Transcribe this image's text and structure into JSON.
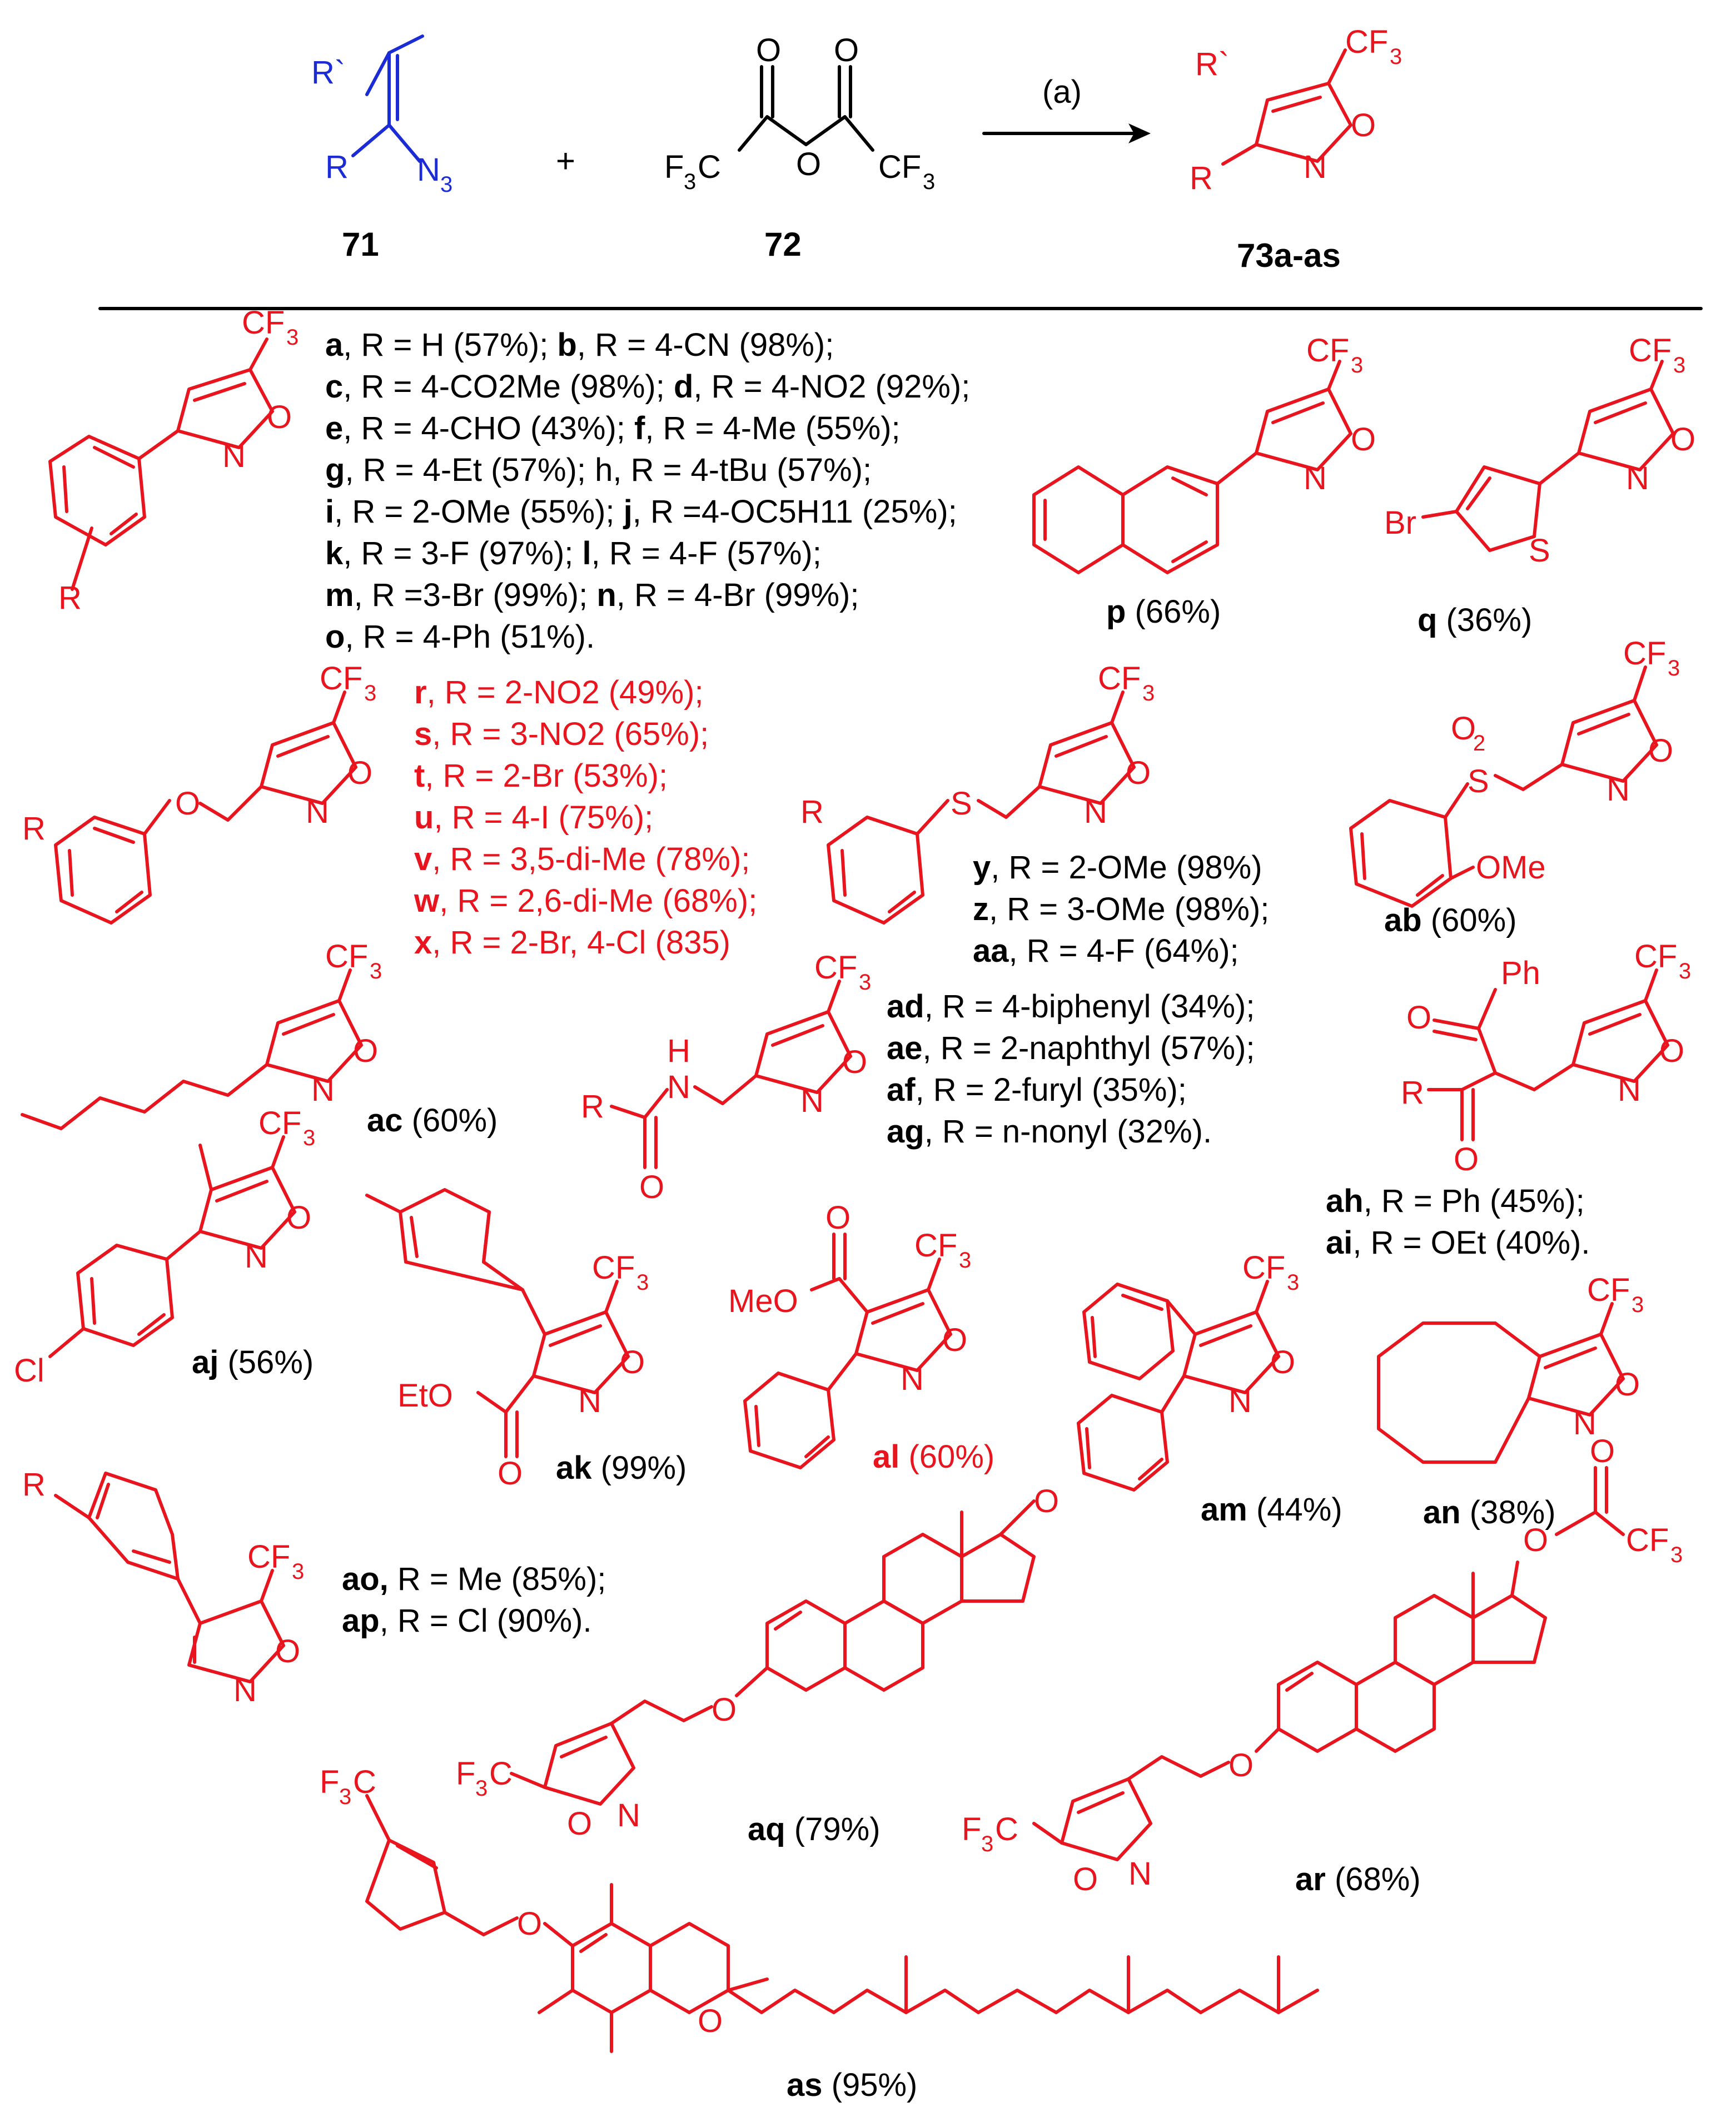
{
  "reaction": {
    "reactant1": {
      "number": "71",
      "substituent_top": "R`",
      "substituent_bottom": "R",
      "group": "N",
      "group_sub": "3"
    },
    "plus": "+",
    "reactant2": {
      "number": "72",
      "left": "F",
      "left_sub": "3",
      "left_rest": "C",
      "right": "CF",
      "right_sub": "3",
      "o_top": "O",
      "o_bridge": "O"
    },
    "condition": "(a)",
    "product": {
      "number": "73a-as",
      "r_prime": "R`",
      "r": "R",
      "cf3": "CF",
      "cf3_sub": "3",
      "o": "O",
      "n": "N"
    }
  },
  "colors": {
    "text": "#000000",
    "product": "#e8141e",
    "reactant1": "#1b2bd6"
  },
  "entries": [
    {
      "id": "a",
      "text": ", R = H (57%); "
    },
    {
      "id": "b",
      "text": ", R = 4-CN (98%);"
    },
    {
      "id": "c",
      "text": ", R = 4-CO2Me (98%); "
    },
    {
      "id": "d",
      "text": ", R = 4-NO2 (92%);"
    },
    {
      "id": "e",
      "text": ", R = 4-CHO (43%); "
    },
    {
      "id": "f",
      "text": ", R = 4-Me (55%);"
    },
    {
      "id": "g",
      "text": ", R = 4-Et (57%); h, R = 4-tBu (57%);"
    },
    {
      "id": "i",
      "text": ", R = 2-OMe (55%); "
    },
    {
      "id": "j",
      "text": ", R =4-OC5H11 (25%);"
    },
    {
      "id": "k",
      "text": ", R = 3-F (97%); "
    },
    {
      "id": "l",
      "text": ", R = 4-F (57%);"
    },
    {
      "id": "m",
      "text": ", R =3-Br (99%); "
    },
    {
      "id": "n",
      "text": ", R = 4-Br (99%);"
    },
    {
      "id": "o",
      "text": ", R = 4-Ph (51%)."
    }
  ],
  "red_entries": [
    {
      "id": "r",
      "text": ", R = 2-NO2 (49%);"
    },
    {
      "id": "s",
      "text": ", R = 3-NO2 (65%);"
    },
    {
      "id": "t",
      "text": ", R = 2-Br (53%);"
    },
    {
      "id": "u",
      "text": ", R = 4-I (75%);"
    },
    {
      "id": "v",
      "text": ", R = 3,5-di-Me (78%);"
    },
    {
      "id": "w",
      "text": ", R = 2,6-di-Me (68%);"
    },
    {
      "id": "x",
      "text": ", R = 2-Br, 4-Cl (835)"
    }
  ],
  "thio_entries": [
    {
      "id": "y",
      "text": ", R = 2-OMe (98%)"
    },
    {
      "id": "z",
      "text": ", R = 3-OMe (98%);"
    },
    {
      "id": "aa",
      "text": ", R = 4-F (64%);"
    }
  ],
  "amide_entries": [
    {
      "id": "ad",
      "text": ", R = 4-biphenyl (34%);"
    },
    {
      "id": "ae",
      "text": ", R = 2-naphthyl (57%);"
    },
    {
      "id": "af",
      "text": ", R = 2-furyl (35%);"
    },
    {
      "id": "ag",
      "text": ", R = n-nonyl (32%)."
    }
  ],
  "keto_entries": [
    {
      "id": "ah",
      "text": ", R = Ph (45%);"
    },
    {
      "id": "ai",
      "text": ", R = OEt (40%)."
    }
  ],
  "aryl_entries": [
    {
      "id": "ao,",
      "text": " R = Me (85%);"
    },
    {
      "id": "ap",
      "text": ", R = Cl (90%)."
    }
  ],
  "compounds": {
    "p": {
      "id": "p",
      "yield": " (66%)"
    },
    "q": {
      "id": "q",
      "yield": " (36%)"
    },
    "ab": {
      "id": "ab",
      "yield": " (60%)"
    },
    "ac": {
      "id": "ac",
      "yield": " (60%)"
    },
    "aj": {
      "id": "aj",
      "yield": " (56%)"
    },
    "ak": {
      "id": "ak",
      "yield": " (99%)"
    },
    "al": {
      "id": "al",
      "yield": " (60%)"
    },
    "am": {
      "id": "am",
      "yield": " (44%)"
    },
    "an": {
      "id": "an",
      "yield": " (38%)"
    },
    "aq": {
      "id": "aq",
      "yield": " (79%)"
    },
    "ar": {
      "id": "ar",
      "yield": " (68%)"
    },
    "as": {
      "id": "as",
      "yield": " (95%)"
    }
  },
  "atoms": {
    "cf3": "CF",
    "three": "3",
    "o": "O",
    "n": "N",
    "s": "S",
    "r": "R",
    "br": "Br",
    "cl": "Cl",
    "h": "H",
    "ph": "Ph",
    "ome": "OMe",
    "meo": "MeO",
    "eto": "EtO",
    "o2": "O",
    "two": "2",
    "f3c": "F",
    "c": "C"
  }
}
